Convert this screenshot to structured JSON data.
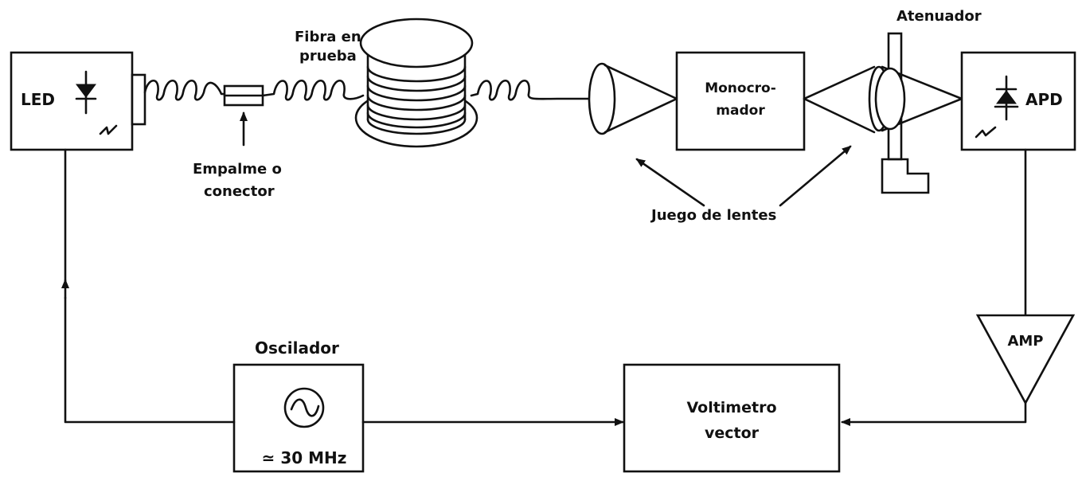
{
  "labels": {
    "led": "LED",
    "apd": "APD",
    "fibra_line1": "Fibra en",
    "fibra_line2": "prueba",
    "empalme_line1": "Empalme o",
    "empalme_line2": "conector",
    "monocromador_line1": "Monocro-",
    "monocromador_line2": "mador",
    "atenuador": "Atenuador",
    "juego_lentes": "Juego de lentes",
    "amp": "AMP",
    "oscilador": "Oscilador",
    "frecuencia": "≃ 30 MHz",
    "voltimetro_line1": "Voltimetro",
    "voltimetro_line2": "vector"
  }
}
